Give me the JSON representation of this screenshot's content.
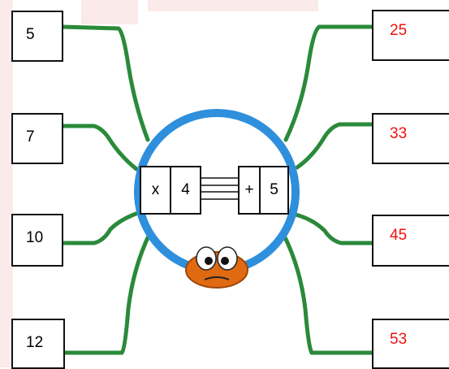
{
  "inputs": [
    "5",
    "7",
    "10",
    "12"
  ],
  "outputs": [
    "25",
    "33",
    "45",
    "53"
  ],
  "operations": {
    "first_op": "x",
    "first_value": "4",
    "second_op": "+",
    "second_value": "5"
  },
  "colors": {
    "legs": "#2a8a3a",
    "ring": "#2e8fdc",
    "output_text": "#ee1111",
    "mascot": "#e06a12",
    "watermark": "#fbeaea"
  },
  "mascot_icon": "orange-googly-eyed-blob-icon"
}
